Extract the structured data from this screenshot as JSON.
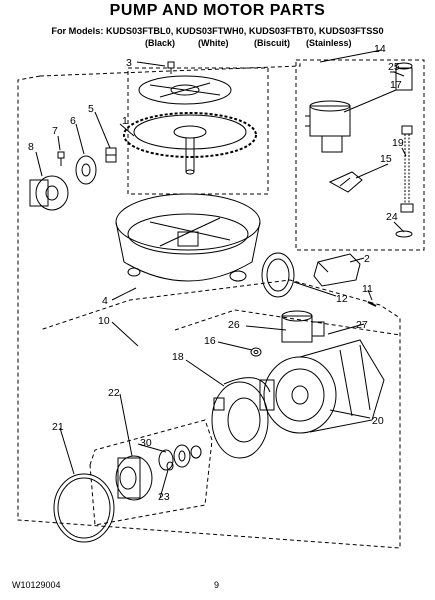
{
  "title": "PUMP AND MOTOR PARTS",
  "models": "For Models: KUDS03FTBL0, KUDS03FTWH0, KUDS03FTBT0, KUDS03FTSS0",
  "colors": [
    "(Black)",
    "(White)",
    "(Biscuit)",
    "(Stainless)"
  ],
  "footer": {
    "code": "W10129004",
    "page": "9"
  },
  "callouts": [
    "1",
    "2",
    "3",
    "4",
    "5",
    "6",
    "7",
    "8",
    "10",
    "11",
    "12",
    "14",
    "15",
    "16",
    "17",
    "18",
    "19",
    "20",
    "21",
    "22",
    "23",
    "24",
    "25",
    "26",
    "27",
    "30"
  ],
  "colors_hex": {
    "line": "#000000",
    "background": "#ffffff"
  }
}
